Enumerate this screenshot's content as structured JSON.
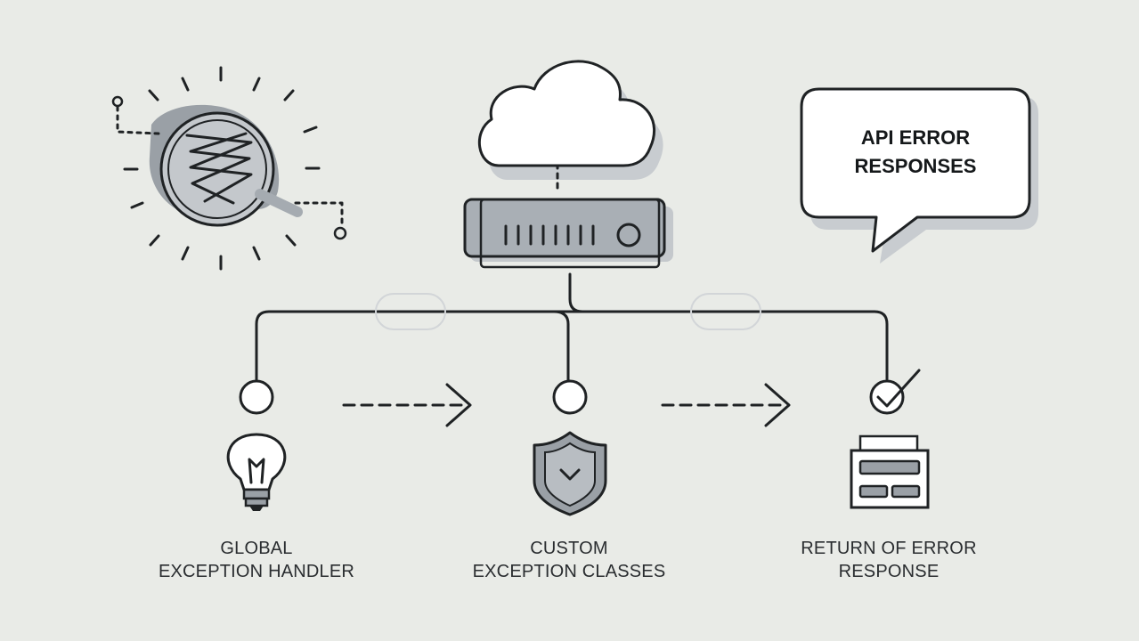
{
  "diagram": {
    "bubble": {
      "line1": "API ERROR",
      "line2": "RESPONSES"
    },
    "steps": [
      {
        "line1": "GLOBAL",
        "line2": "EXCEPTION HANDLER",
        "icon": "lightbulb-icon"
      },
      {
        "line1": "CUSTOM",
        "line2": "EXCEPTION CLASSES",
        "icon": "shield-check-icon"
      },
      {
        "line1": "RETURN OF ERROR",
        "line2": "RESPONSE",
        "icon": "response-document-icon"
      }
    ],
    "icons": [
      "bug-magnifier-icon",
      "cloud-icon",
      "server-icon",
      "speech-bubble-icon",
      "checkmark-icon"
    ]
  }
}
